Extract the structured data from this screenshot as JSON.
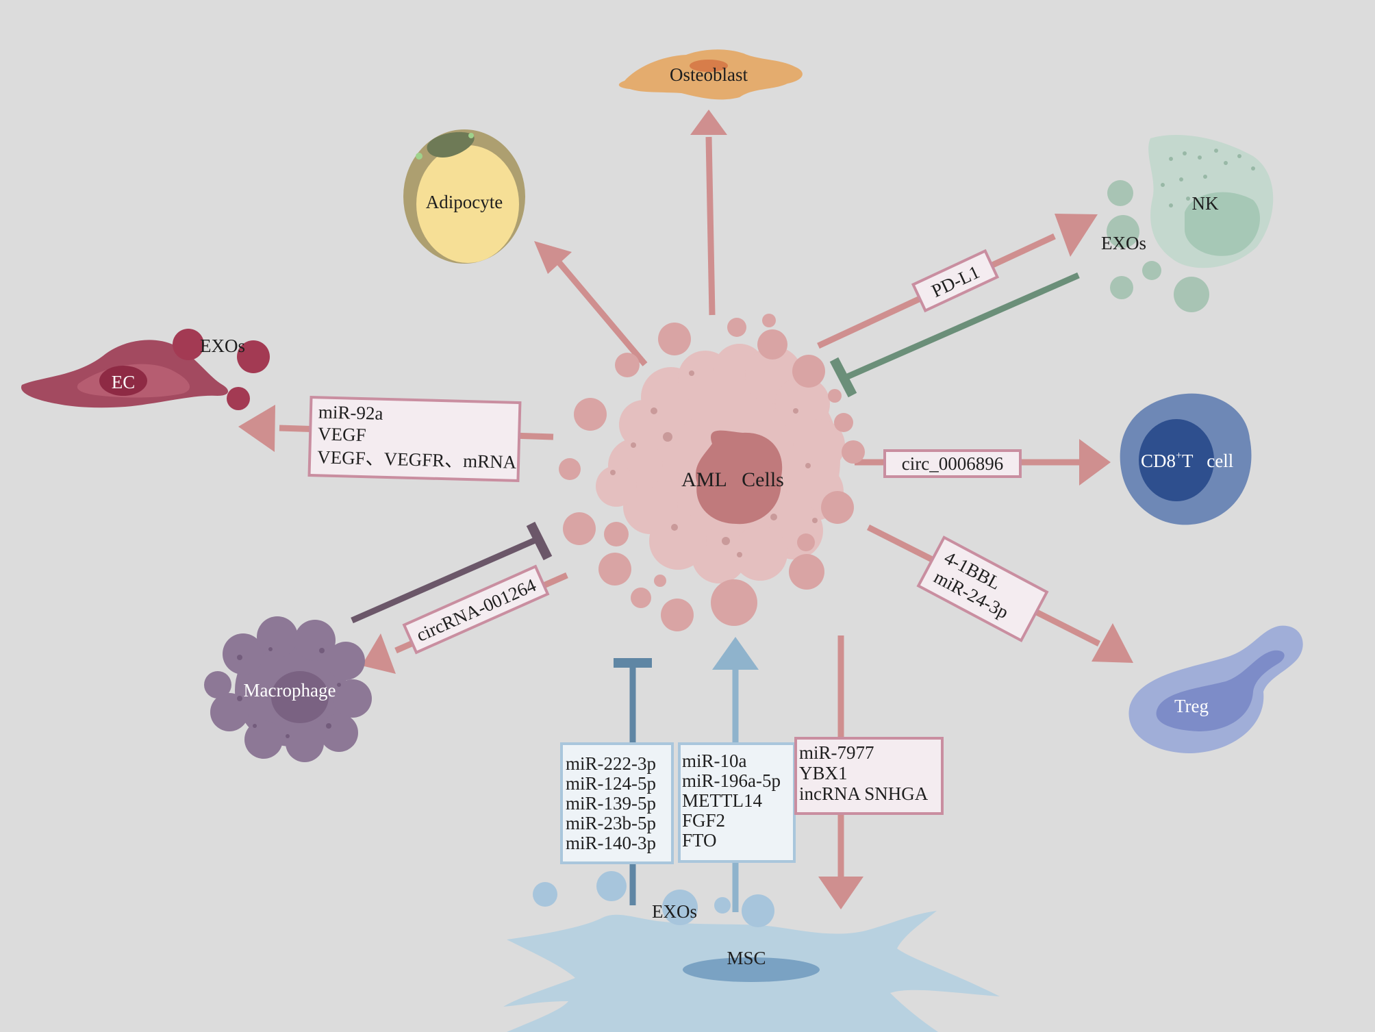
{
  "diagram": {
    "center": "AML   Cells",
    "cells": {
      "osteoblast": "Osteoblast",
      "adipocyte": "Adipocyte",
      "nk": "NK",
      "ec": "EC",
      "cd8": "CD8",
      "cd8_sup": "+",
      "cd8_rest": "T   cell",
      "macrophage": "Macrophage",
      "treg": "Treg",
      "msc": "MSC"
    },
    "exos_labels": {
      "ec": "EXOs",
      "nk": "EXOs",
      "msc": "EXOs"
    },
    "boxes": {
      "ec": [
        "miR-92a",
        "VEGF",
        "VEGF、VEGFR、mRNA"
      ],
      "nk": [
        "PD-L1"
      ],
      "cd8": [
        "circ_0006896"
      ],
      "treg": [
        "4-1BBL",
        "miR-24-3p"
      ],
      "macrophage": [
        "circRNA-001264"
      ],
      "msc_inhibit": [
        "miR-222-3p",
        "miR-124-5p",
        "miR-139-5p",
        "miR-23b-5p",
        "miR-140-3p"
      ],
      "msc_promote": [
        "miR-10a",
        "miR-196a-5p",
        "METTL14",
        "FGF2",
        "FTO"
      ],
      "msc_output": [
        "miR-7977",
        "YBX1",
        "incRNA SNHGA"
      ]
    },
    "colors": {
      "background": "#dcdcdc",
      "arrow": "#cf8f8f",
      "nk_inhibit": "#6b8f79",
      "macrophage_inhibit": "#6b5769",
      "msc_inhibit": "#5f86a4",
      "msc_promote": "#8fb3cc",
      "box_fill": "#f4ecf0",
      "box_border": "#c98ea0",
      "msc_box_border": "#a9c6dc"
    }
  }
}
